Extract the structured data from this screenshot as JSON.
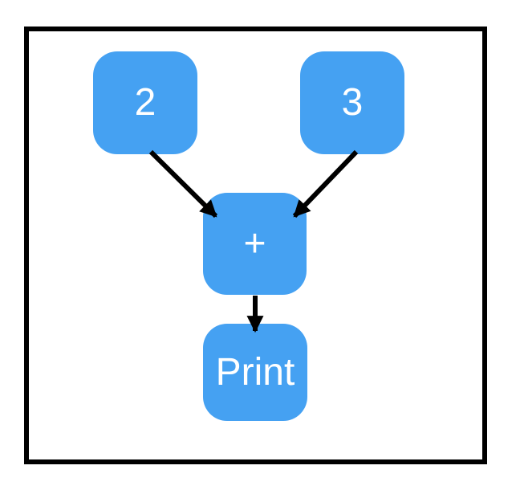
{
  "diagram": {
    "nodes": [
      {
        "id": "value-2",
        "label": "2"
      },
      {
        "id": "value-3",
        "label": "3"
      },
      {
        "id": "add",
        "label": "+"
      },
      {
        "id": "print",
        "label": "Print"
      }
    ],
    "edges": [
      {
        "from": "value-2",
        "to": "add"
      },
      {
        "from": "value-3",
        "to": "add"
      },
      {
        "from": "add",
        "to": "print"
      }
    ]
  },
  "colors": {
    "node_fill": "#45a1f2",
    "node_text": "#ffffff",
    "arrow": "#000000",
    "frame_border": "#000000",
    "background": "#ffffff"
  }
}
